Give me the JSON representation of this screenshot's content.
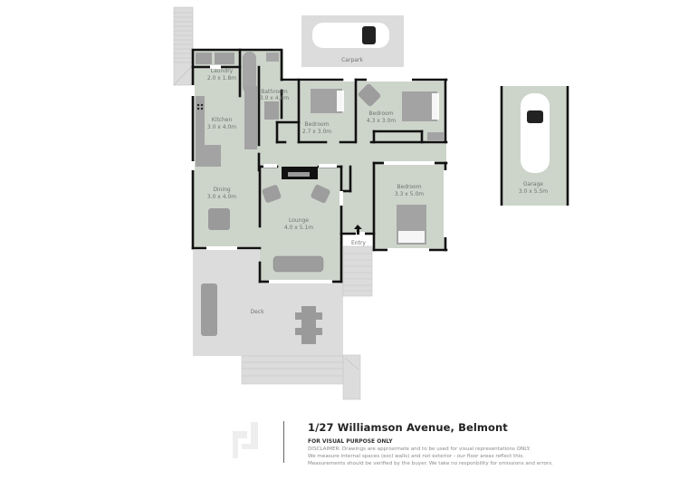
{
  "plan": {
    "colors": {
      "room_fill": "#cdd5cb",
      "deck_fill": "#dcdcdc",
      "wall": "#111111",
      "furniture": "#9a9a9a",
      "text": "#6f7470"
    },
    "rooms": [
      {
        "id": "laundry",
        "name": "Laundry",
        "size": "2.0 x 1.8m"
      },
      {
        "id": "bathroom",
        "name": "Bathroom",
        "size": "3.0 x 4.8m"
      },
      {
        "id": "bedroom1",
        "name": "Bedroom",
        "size": "2.7 x 3.0m"
      },
      {
        "id": "bedroom2",
        "name": "Bedroom",
        "size": "4.3 x 3.0m"
      },
      {
        "id": "kitchen",
        "name": "Kitchen",
        "size": "3.0 x 4.0m"
      },
      {
        "id": "dining",
        "name": "Dining",
        "size": "3.0 x 4.0m"
      },
      {
        "id": "lounge",
        "name": "Lounge",
        "size": "4.0 x 5.1m"
      },
      {
        "id": "bedroom3",
        "name": "Bedroom",
        "size": "3.3 x 5.0m"
      },
      {
        "id": "entry",
        "name": "Entry",
        "size": ""
      },
      {
        "id": "deck",
        "name": "Deck",
        "size": ""
      },
      {
        "id": "garage",
        "name": "Garage",
        "size": "3.0 x 5.5m"
      },
      {
        "id": "carpark",
        "name": "Carpark",
        "size": ""
      }
    ]
  },
  "footer": {
    "address": "1/27 Williamson Avenue, Belmont",
    "purpose": "FOR VISUAL PURPOSE ONLY",
    "disclaimer_lines": [
      "DISCLAIMER:  Drawings are approximate and to be used for visual representations ONLY.",
      "We measure internal spaces (excl walls) and not exterior - our floor areas reflect this.",
      "Measurements should be verified by the buyer. We take no responbility for omissions and errors."
    ]
  }
}
